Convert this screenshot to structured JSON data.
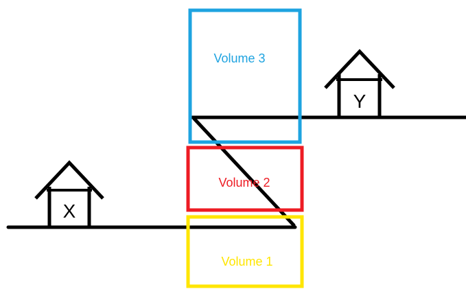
{
  "volumes": [
    {
      "label": "Volume 3",
      "color": "#1ea3e0"
    },
    {
      "label": "Volume 2",
      "color": "#ed1c24"
    },
    {
      "label": "Volume 1",
      "color": "#ffe600"
    }
  ],
  "houses": [
    {
      "label": "X"
    },
    {
      "label": "Y"
    }
  ],
  "colors": {
    "ground": "#000000",
    "background": "#ffffff"
  }
}
